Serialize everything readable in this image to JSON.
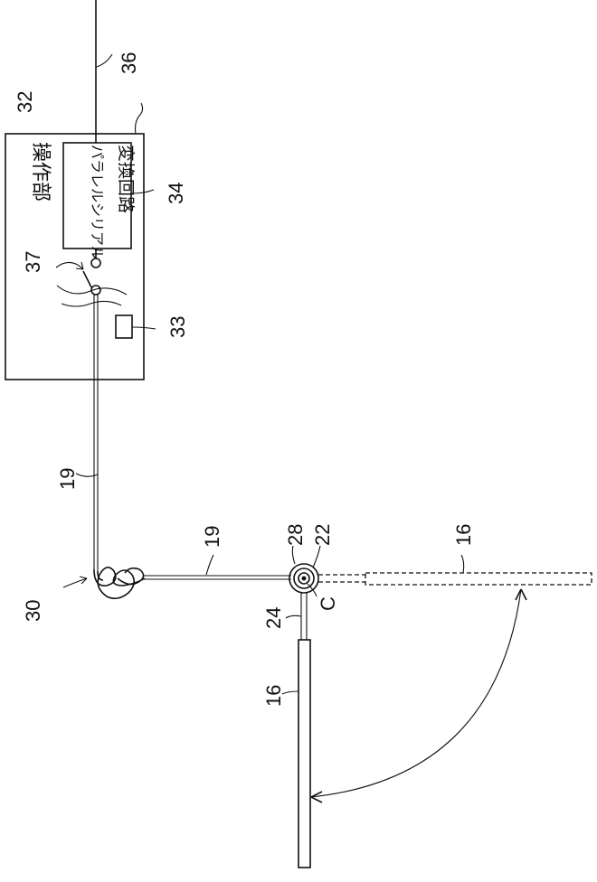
{
  "labels": {
    "operation_unit": "操作部",
    "converter_line1": "パラレルシリアル",
    "converter_line2": "変換回路"
  },
  "refs": {
    "r36": "36",
    "r32": "32",
    "r34": "34",
    "r37": "37",
    "r33": "33",
    "r19a": "19",
    "r19b": "19",
    "r30": "30",
    "r28": "28",
    "r22": "22",
    "r16a": "16",
    "r16b": "16",
    "r24": "24",
    "rC": "C"
  }
}
